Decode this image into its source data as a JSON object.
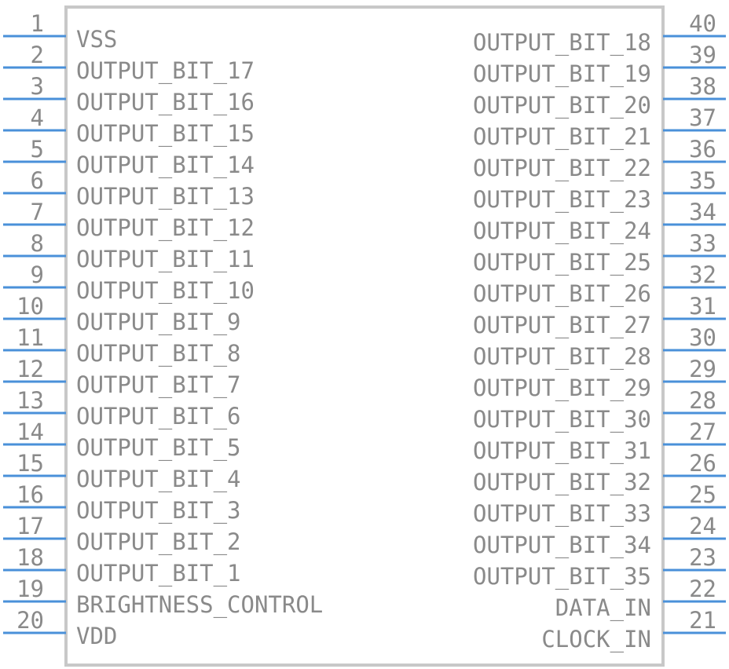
{
  "component": {
    "body_color": "#ffffff",
    "body_stroke": "#c8c8c8",
    "pin_color": "#4a90d9",
    "text_color": "#8a8a8a",
    "left_pins": [
      {
        "num": "1",
        "name": "VSS"
      },
      {
        "num": "2",
        "name": "OUTPUT_BIT_17"
      },
      {
        "num": "3",
        "name": "OUTPUT_BIT_16"
      },
      {
        "num": "4",
        "name": "OUTPUT_BIT_15"
      },
      {
        "num": "5",
        "name": "OUTPUT_BIT_14"
      },
      {
        "num": "6",
        "name": "OUTPUT_BIT_13"
      },
      {
        "num": "7",
        "name": "OUTPUT_BIT_12"
      },
      {
        "num": "8",
        "name": "OUTPUT_BIT_11"
      },
      {
        "num": "9",
        "name": "OUTPUT_BIT_10"
      },
      {
        "num": "10",
        "name": "OUTPUT_BIT_9"
      },
      {
        "num": "11",
        "name": "OUTPUT_BIT_8"
      },
      {
        "num": "12",
        "name": "OUTPUT_BIT_7"
      },
      {
        "num": "13",
        "name": "OUTPUT_BIT_6"
      },
      {
        "num": "14",
        "name": "OUTPUT_BIT_5"
      },
      {
        "num": "15",
        "name": "OUTPUT_BIT_4"
      },
      {
        "num": "16",
        "name": "OUTPUT_BIT_3"
      },
      {
        "num": "17",
        "name": "OUTPUT_BIT_2"
      },
      {
        "num": "18",
        "name": "OUTPUT_BIT_1"
      },
      {
        "num": "19",
        "name": "BRIGHTNESS_CONTROL"
      },
      {
        "num": "20",
        "name": "VDD"
      }
    ],
    "right_pins": [
      {
        "num": "40",
        "name": "OUTPUT_BIT_18"
      },
      {
        "num": "39",
        "name": "OUTPUT_BIT_19"
      },
      {
        "num": "38",
        "name": "OUTPUT_BIT_20"
      },
      {
        "num": "37",
        "name": "OUTPUT_BIT_21"
      },
      {
        "num": "36",
        "name": "OUTPUT_BIT_22"
      },
      {
        "num": "35",
        "name": "OUTPUT_BIT_23"
      },
      {
        "num": "34",
        "name": "OUTPUT_BIT_24"
      },
      {
        "num": "33",
        "name": "OUTPUT_BIT_25"
      },
      {
        "num": "32",
        "name": "OUTPUT_BIT_26"
      },
      {
        "num": "31",
        "name": "OUTPUT_BIT_27"
      },
      {
        "num": "30",
        "name": "OUTPUT_BIT_28"
      },
      {
        "num": "29",
        "name": "OUTPUT_BIT_29"
      },
      {
        "num": "28",
        "name": "OUTPUT_BIT_30"
      },
      {
        "num": "27",
        "name": "OUTPUT_BIT_31"
      },
      {
        "num": "26",
        "name": "OUTPUT_BIT_32"
      },
      {
        "num": "25",
        "name": "OUTPUT_BIT_33"
      },
      {
        "num": "24",
        "name": "OUTPUT_BIT_34"
      },
      {
        "num": "23",
        "name": "OUTPUT_BIT_35"
      },
      {
        "num": "22",
        "name": "DATA_IN"
      },
      {
        "num": "21",
        "name": "CLOCK_IN"
      }
    ]
  }
}
